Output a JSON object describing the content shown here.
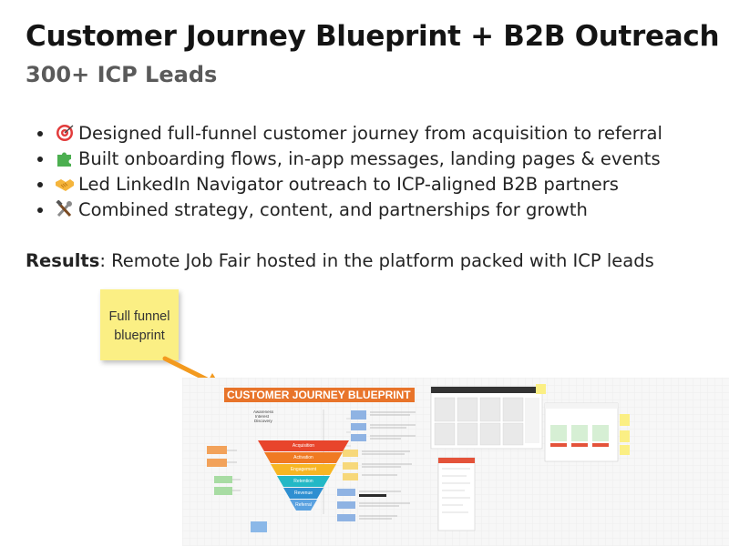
{
  "header": {
    "title": "Customer Journey Blueprint + B2B Outreach",
    "subtitle": "300+ ICP Leads"
  },
  "bullets": [
    {
      "icon": "target-icon",
      "text": "Designed full-funnel customer journey from acquisition to referral"
    },
    {
      "icon": "puzzle-icon",
      "text": "Built onboarding flows, in-app messages, landing pages & events"
    },
    {
      "icon": "handshake-icon",
      "text": "Led LinkedIn Navigator outreach to ICP-aligned B2B partners"
    },
    {
      "icon": "tools-icon",
      "text": "Combined strategy, content, and partnerships for growth"
    }
  ],
  "results": {
    "label": "Results",
    "text": ": Remote Job Fair hosted in the platform packed with ICP leads"
  },
  "sticky_note": {
    "line1": "Full funnel",
    "line2": "blueprint"
  },
  "blueprint": {
    "title": "CUSTOMER JOURNEY BLUEPRINT",
    "subheading_line1": "Awareness",
    "subheading_line2": "Interest",
    "subheading_line3": "Discovery",
    "funnel_stages": [
      "Acquisition",
      "Activation",
      "Engagement",
      "Retention",
      "Revenue",
      "Referral"
    ],
    "funnel_colors": [
      "#e8452c",
      "#f07a22",
      "#f7b623",
      "#23b8c6",
      "#2e8fd1",
      "#5aa1e0"
    ]
  },
  "colors": {
    "sticky": "#fbef84",
    "arrow": "#f39a1f",
    "blueprint_title_bg": "#e8742a"
  }
}
